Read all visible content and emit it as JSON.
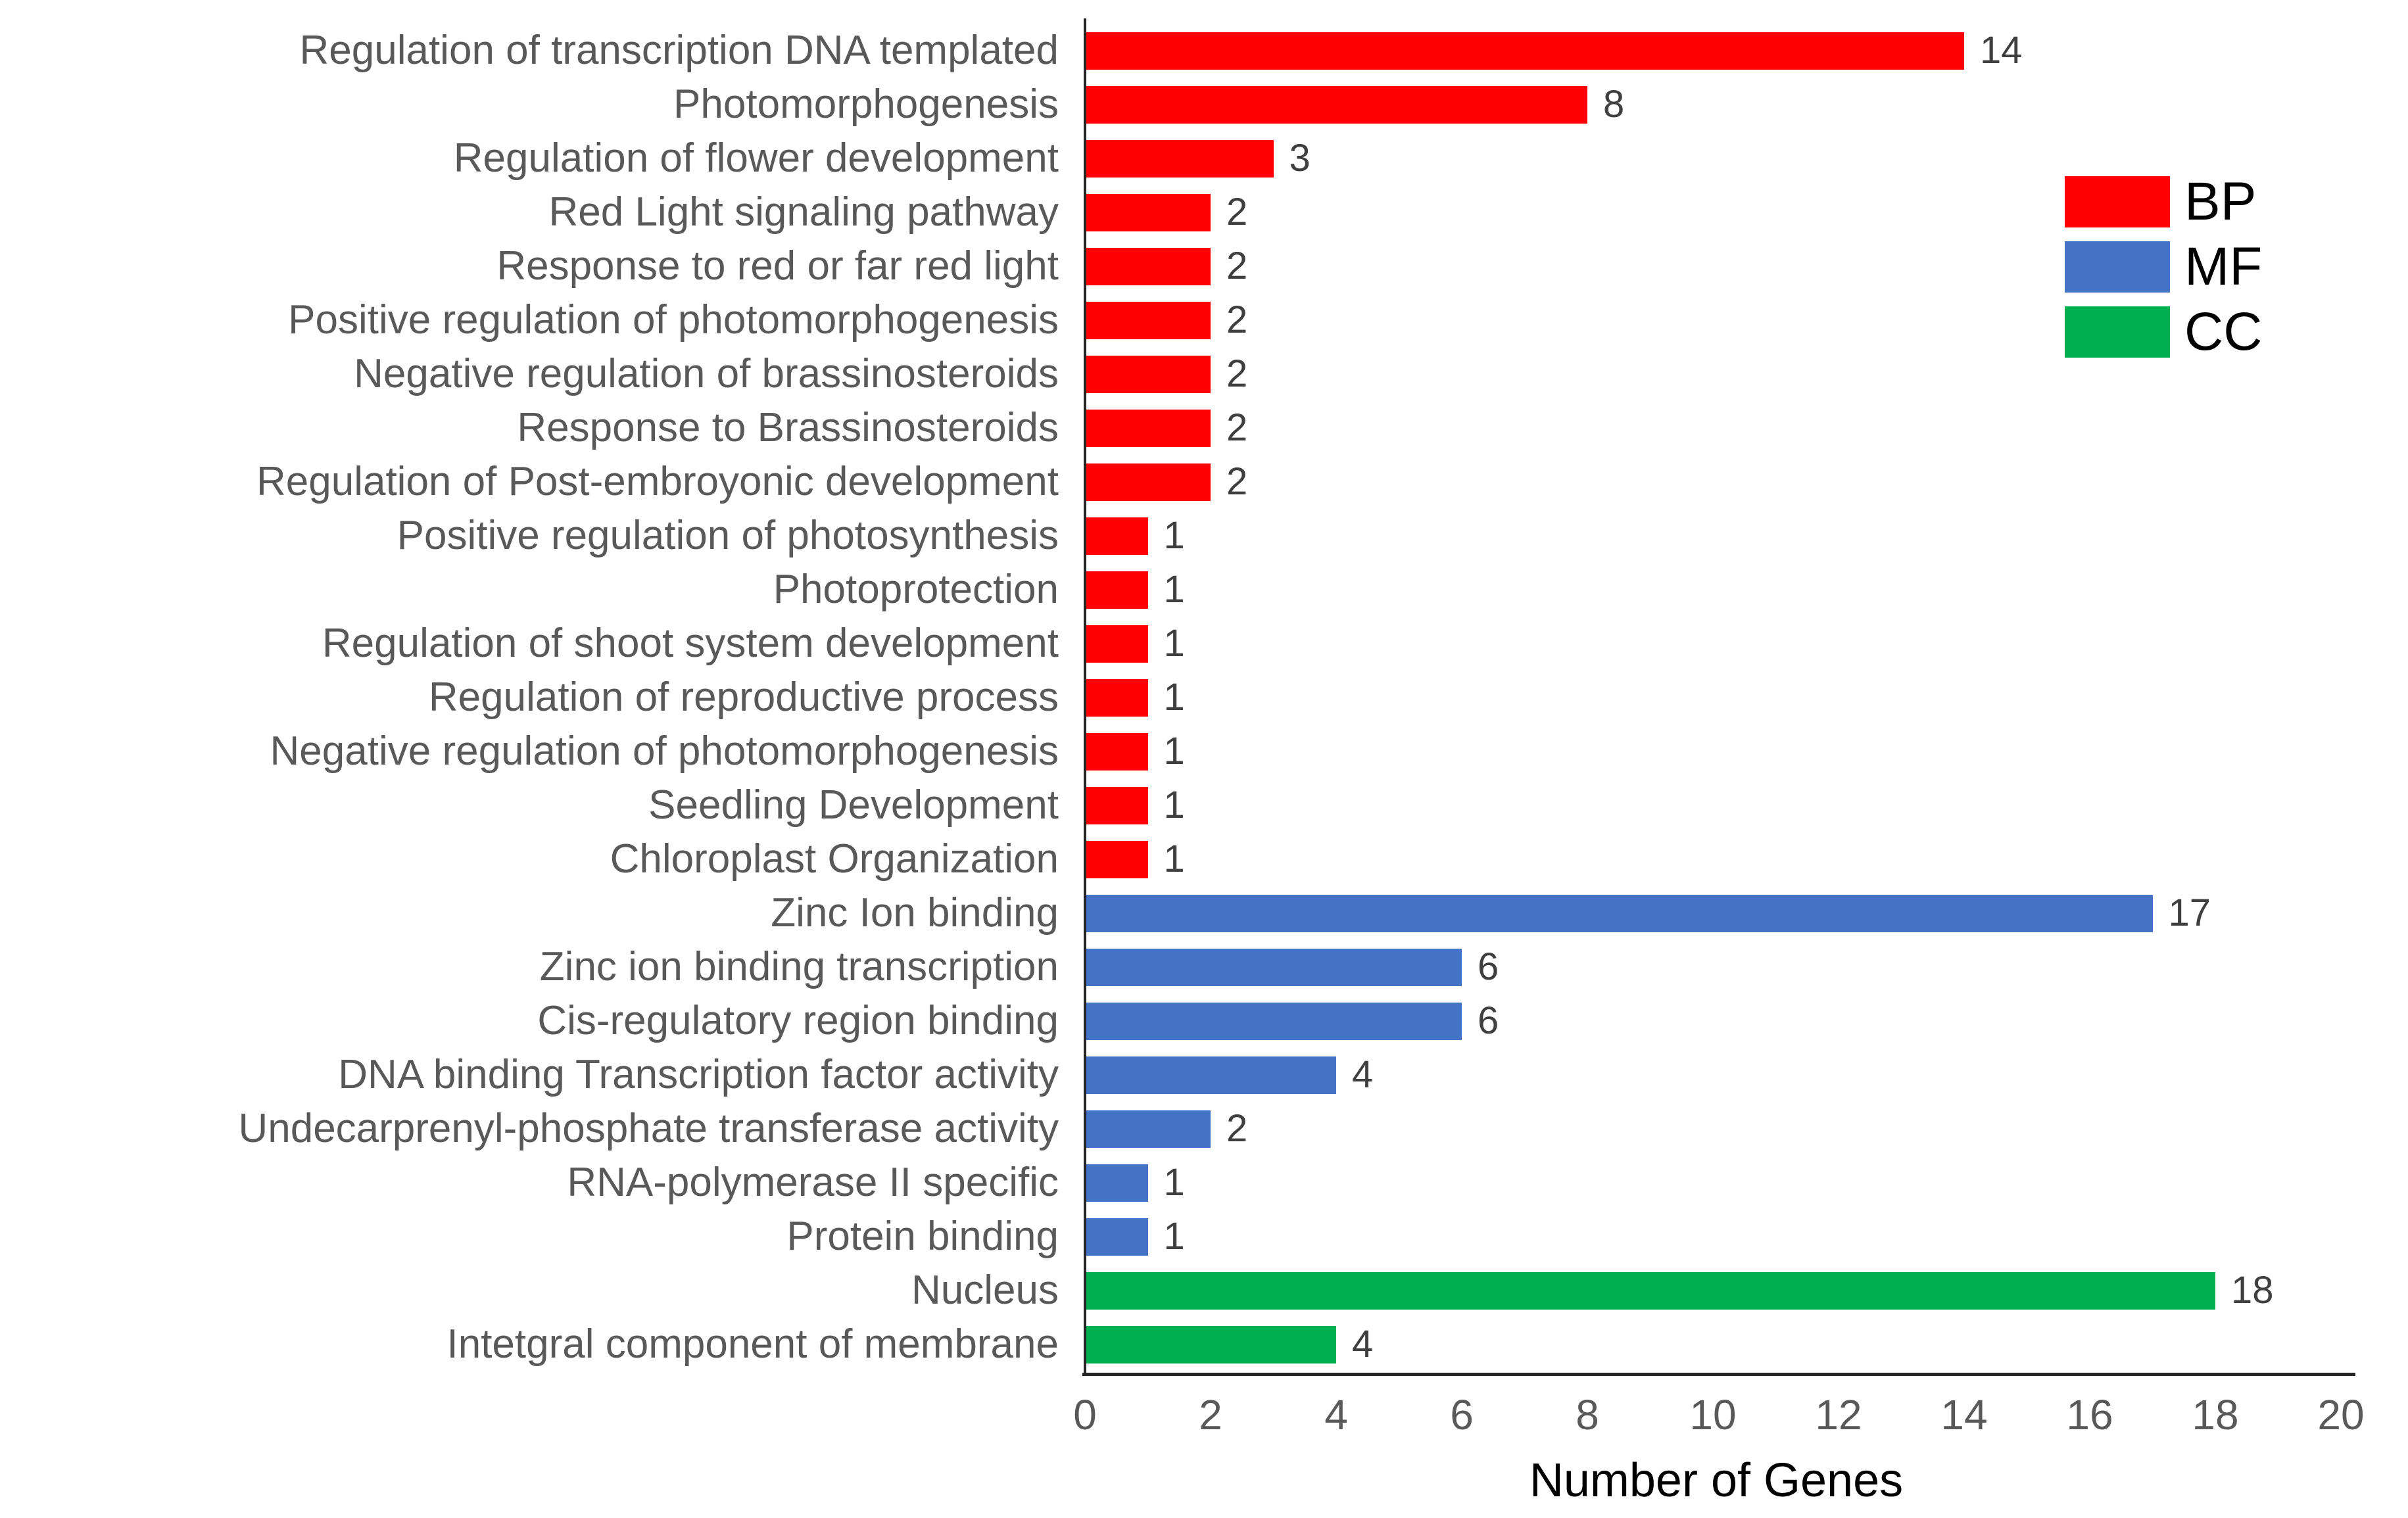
{
  "chart_data": {
    "type": "bar",
    "orientation": "horizontal",
    "title": "",
    "xlabel": "Number of Genes",
    "ylabel": "",
    "xlim": [
      0,
      20
    ],
    "xticks": [
      0,
      2,
      4,
      6,
      8,
      10,
      12,
      14,
      16,
      18,
      20
    ],
    "grid": false,
    "legend_position": "upper right",
    "legend": [
      {
        "name": "BP",
        "color": "#FF0000"
      },
      {
        "name": "MF",
        "color": "#4472C4"
      },
      {
        "name": "CC",
        "color": "#00B050"
      }
    ],
    "bars": [
      {
        "category": "Regulation of transcription DNA templated",
        "value": 14,
        "group": "BP"
      },
      {
        "category": "Photomorphogenesis",
        "value": 8,
        "group": "BP"
      },
      {
        "category": "Regulation of flower development",
        "value": 3,
        "group": "BP"
      },
      {
        "category": "Red Light signaling pathway",
        "value": 2,
        "group": "BP"
      },
      {
        "category": "Response to red or far red light",
        "value": 2,
        "group": "BP"
      },
      {
        "category": "Positive regulation of photomorphogenesis",
        "value": 2,
        "group": "BP"
      },
      {
        "category": "Negative regulation of brassinosteroids",
        "value": 2,
        "group": "BP"
      },
      {
        "category": "Response to Brassinosteroids",
        "value": 2,
        "group": "BP"
      },
      {
        "category": "Regulation  of Post-embroyonic development",
        "value": 2,
        "group": "BP"
      },
      {
        "category": "Positive regulation of photosynthesis",
        "value": 1,
        "group": "BP"
      },
      {
        "category": "Photoprotection",
        "value": 1,
        "group": "BP"
      },
      {
        "category": "Regulation of shoot system  development",
        "value": 1,
        "group": "BP"
      },
      {
        "category": "Regulation of reproductive process",
        "value": 1,
        "group": "BP"
      },
      {
        "category": "Negative regulation of photomorphogenesis",
        "value": 1,
        "group": "BP"
      },
      {
        "category": "Seedling Development",
        "value": 1,
        "group": "BP"
      },
      {
        "category": "Chloroplast Organization",
        "value": 1,
        "group": "BP"
      },
      {
        "category": "Zinc Ion binding",
        "value": 17,
        "group": "MF"
      },
      {
        "category": "Zinc ion binding transcription",
        "value": 6,
        "group": "MF"
      },
      {
        "category": "Cis-regulatory region binding",
        "value": 6,
        "group": "MF"
      },
      {
        "category": "DNA binding  Transcription factor activity",
        "value": 4,
        "group": "MF"
      },
      {
        "category": "Undecarprenyl-phosphate transferase activity",
        "value": 2,
        "group": "MF"
      },
      {
        "category": "RNA-polymerase II specific",
        "value": 1,
        "group": "MF"
      },
      {
        "category": "Protein binding",
        "value": 1,
        "group": "MF"
      },
      {
        "category": "Nucleus",
        "value": 18,
        "group": "CC"
      },
      {
        "category": "Intetgral component of membrane",
        "value": 4,
        "group": "CC"
      }
    ]
  }
}
